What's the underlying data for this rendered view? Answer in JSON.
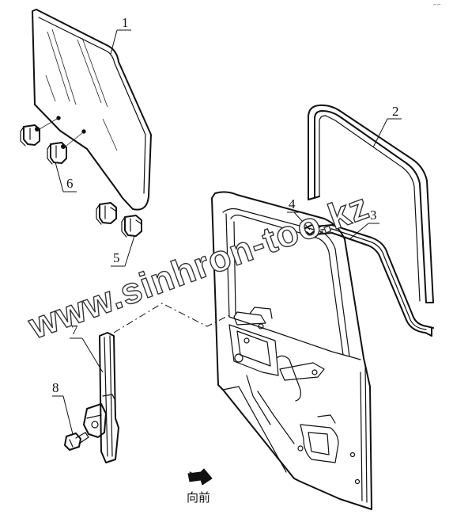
{
  "callouts": [
    {
      "id": "1",
      "text": "1"
    },
    {
      "id": "2",
      "text": "2"
    },
    {
      "id": "3",
      "text": "3"
    },
    {
      "id": "4",
      "text": "4"
    },
    {
      "id": "5",
      "text": "5"
    },
    {
      "id": "6",
      "text": "6"
    },
    {
      "id": "7",
      "text": "7"
    },
    {
      "id": "8",
      "text": "8"
    }
  ],
  "direction_label": "向前",
  "watermark": "www.sinhron-too.kz",
  "corner_mark": "⌐⌐"
}
